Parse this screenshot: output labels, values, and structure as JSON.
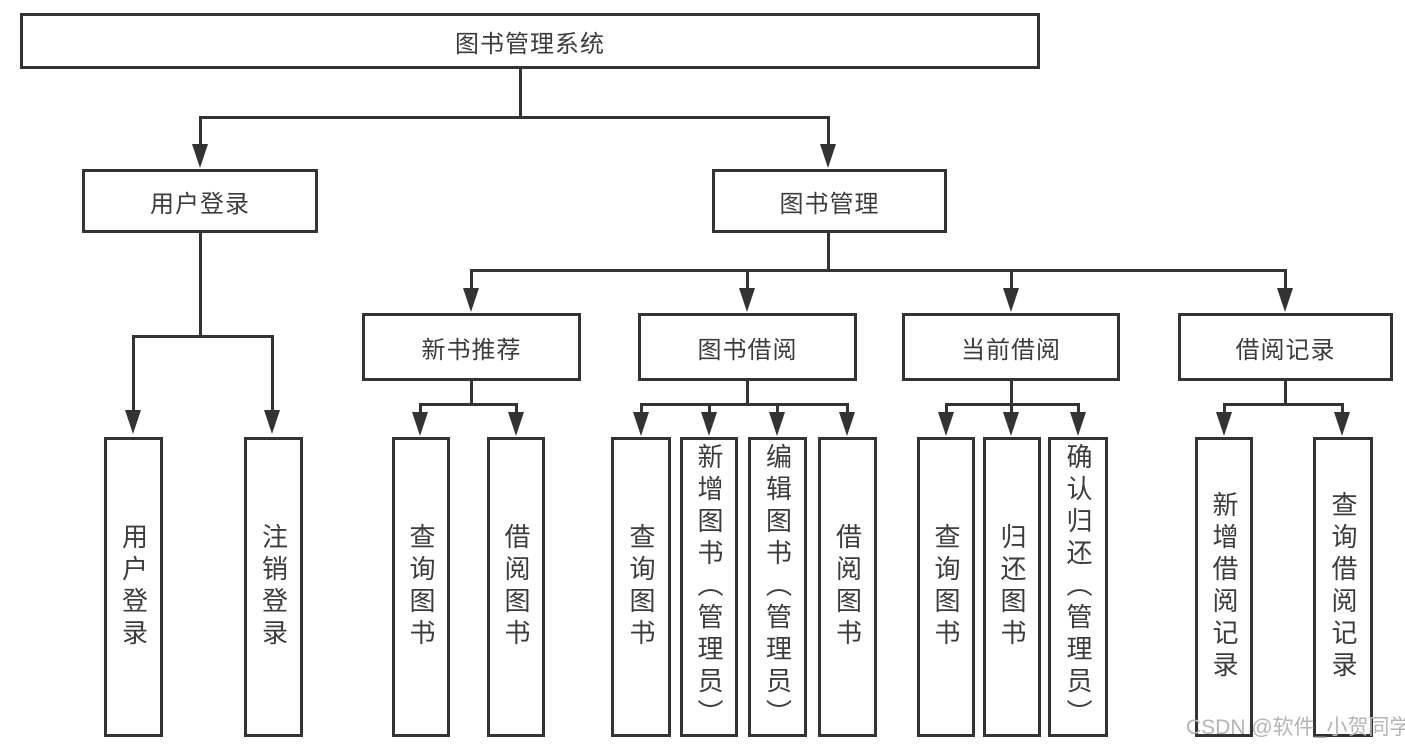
{
  "nodes": {
    "root": "图书管理系统",
    "user_login": "用户登录",
    "book_management": "图书管理",
    "new_book_recommend": "新书推荐",
    "book_borrow": "图书借阅",
    "current_borrow": "当前借阅",
    "borrow_records": "借阅记录"
  },
  "leaves": {
    "user_login": [
      "用户登录",
      "注销登录"
    ],
    "new_book_recommend": [
      "查询图书",
      "借阅图书"
    ],
    "book_borrow": [
      "查询图书",
      "新增图书（管理员）",
      "编辑图书（管理员）",
      "借阅图书"
    ],
    "current_borrow": [
      "查询图书",
      "归还图书",
      "确认归还（管理员）"
    ],
    "borrow_records": [
      "新增借阅记录",
      "查询借阅记录"
    ]
  },
  "watermark": "CSDN @软件_小贺同学",
  "colors": {
    "line": "#333333",
    "text": "#3c3c3c",
    "background": "#ffffff",
    "watermark": "#b5b5b5"
  }
}
